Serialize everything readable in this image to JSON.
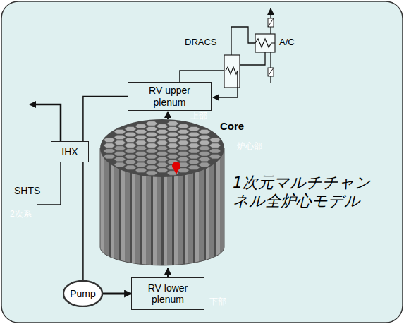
{
  "diagram": {
    "nodes": [
      {
        "text": [
          "RV upper plenum"
        ]
      },
      {
        "text": [
          "IHX"
        ]
      },
      {
        "text": [
          "Pump"
        ]
      },
      {
        "text": [
          "RV lower plenum"
        ]
      }
    ],
    "edges": [
      {
        "from": 2,
        "to": 3,
        "arrow": "to"
      },
      {
        "from": 0,
        "to": 1,
        "arrow": "none"
      },
      {
        "from": 1,
        "to": 2,
        "arrow": "none"
      }
    ],
    "labels": [
      "DRACS",
      "A/C",
      "Core",
      "1次元マルチチャン ネル全炉心モデル",
      "SHTS",
      "2次系",
      "上部",
      "炉心部",
      "下部"
    ]
  }
}
